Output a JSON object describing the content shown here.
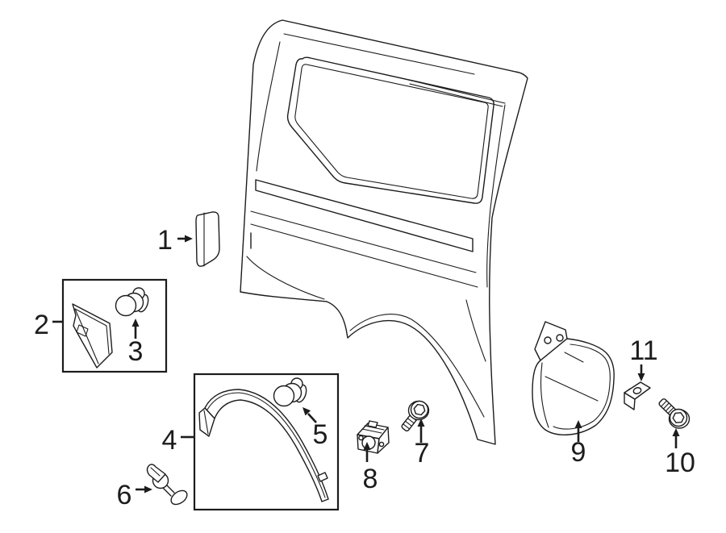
{
  "colors": {
    "background": "#ffffff",
    "line": "#1c1c1c"
  },
  "callouts": [
    {
      "label": "1"
    },
    {
      "label": "2"
    },
    {
      "label": "3"
    },
    {
      "label": "4"
    },
    {
      "label": "5"
    },
    {
      "label": "6"
    },
    {
      "label": "7"
    },
    {
      "label": "8"
    },
    {
      "label": "9"
    },
    {
      "label": "10"
    },
    {
      "label": "11"
    }
  ]
}
